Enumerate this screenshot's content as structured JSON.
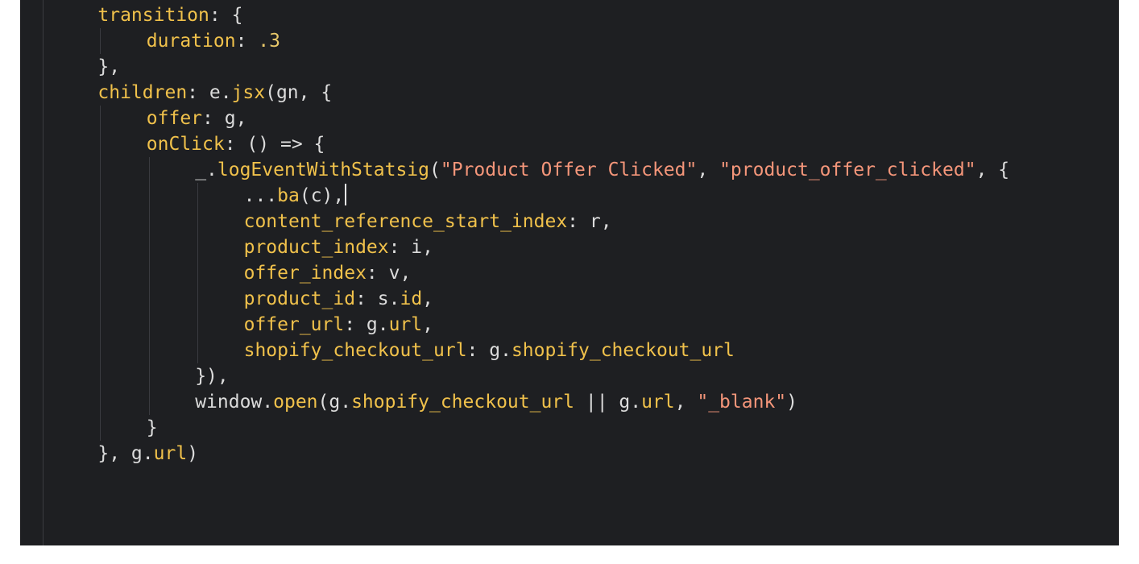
{
  "theme": {
    "background": "#1e1f22",
    "property_color": "#f0c14b",
    "function_color": "#f0c14b",
    "string_color": "#f5967a",
    "number_color": "#e8c86a",
    "plain_color": "#dcdcdc",
    "indent_guide_color": "#3a3b40",
    "cursor_color": "#e6e6e6"
  },
  "code_lines": [
    {
      "indent": 4,
      "tokens": [
        {
          "t": "prop",
          "v": "transition"
        },
        {
          "t": "plain",
          "v": ": {"
        }
      ]
    },
    {
      "indent": 8,
      "tokens": [
        {
          "t": "prop",
          "v": "duration"
        },
        {
          "t": "plain",
          "v": ": "
        },
        {
          "t": "num",
          "v": ".3"
        }
      ]
    },
    {
      "indent": 4,
      "tokens": [
        {
          "t": "plain",
          "v": "},"
        }
      ]
    },
    {
      "indent": 4,
      "tokens": [
        {
          "t": "prop",
          "v": "children"
        },
        {
          "t": "plain",
          "v": ": e."
        },
        {
          "t": "func",
          "v": "jsx"
        },
        {
          "t": "plain",
          "v": "(gn, {"
        }
      ]
    },
    {
      "indent": 8,
      "tokens": [
        {
          "t": "prop",
          "v": "offer"
        },
        {
          "t": "plain",
          "v": ": g,"
        }
      ]
    },
    {
      "indent": 8,
      "tokens": [
        {
          "t": "func",
          "v": "onClick"
        },
        {
          "t": "plain",
          "v": ": () => {"
        }
      ]
    },
    {
      "indent": 12,
      "tokens": [
        {
          "t": "plain",
          "v": "_."
        },
        {
          "t": "func",
          "v": "logEventWithStatsig"
        },
        {
          "t": "plain",
          "v": "("
        },
        {
          "t": "str",
          "v": "\"Product Offer Clicked\""
        },
        {
          "t": "plain",
          "v": ", "
        },
        {
          "t": "str",
          "v": "\"product_offer_clicked\""
        },
        {
          "t": "plain",
          "v": ", {"
        }
      ]
    },
    {
      "indent": 16,
      "cursor": true,
      "tokens": [
        {
          "t": "plain",
          "v": "..."
        },
        {
          "t": "func",
          "v": "ba"
        },
        {
          "t": "plain",
          "v": "(c),"
        }
      ]
    },
    {
      "indent": 16,
      "tokens": [
        {
          "t": "prop",
          "v": "content_reference_start_index"
        },
        {
          "t": "plain",
          "v": ": r,"
        }
      ]
    },
    {
      "indent": 16,
      "tokens": [
        {
          "t": "prop",
          "v": "product_index"
        },
        {
          "t": "plain",
          "v": ": i,"
        }
      ]
    },
    {
      "indent": 16,
      "tokens": [
        {
          "t": "prop",
          "v": "offer_index"
        },
        {
          "t": "plain",
          "v": ": v,"
        }
      ]
    },
    {
      "indent": 16,
      "tokens": [
        {
          "t": "prop",
          "v": "product_id"
        },
        {
          "t": "plain",
          "v": ": s."
        },
        {
          "t": "prop",
          "v": "id"
        },
        {
          "t": "plain",
          "v": ","
        }
      ]
    },
    {
      "indent": 16,
      "tokens": [
        {
          "t": "prop",
          "v": "offer_url"
        },
        {
          "t": "plain",
          "v": ": g."
        },
        {
          "t": "prop",
          "v": "url"
        },
        {
          "t": "plain",
          "v": ","
        }
      ]
    },
    {
      "indent": 16,
      "tokens": [
        {
          "t": "prop",
          "v": "shopify_checkout_url"
        },
        {
          "t": "plain",
          "v": ": g."
        },
        {
          "t": "prop",
          "v": "shopify_checkout_url"
        }
      ]
    },
    {
      "indent": 12,
      "tokens": [
        {
          "t": "plain",
          "v": "}),"
        }
      ]
    },
    {
      "indent": 12,
      "tokens": [
        {
          "t": "plain",
          "v": "window."
        },
        {
          "t": "func",
          "v": "open"
        },
        {
          "t": "plain",
          "v": "(g."
        },
        {
          "t": "prop",
          "v": "shopify_checkout_url"
        },
        {
          "t": "plain",
          "v": " || g."
        },
        {
          "t": "prop",
          "v": "url"
        },
        {
          "t": "plain",
          "v": ", "
        },
        {
          "t": "str",
          "v": "\"_blank\""
        },
        {
          "t": "plain",
          "v": ")"
        }
      ]
    },
    {
      "indent": 8,
      "tokens": [
        {
          "t": "plain",
          "v": "}"
        }
      ]
    },
    {
      "indent": 4,
      "tokens": [
        {
          "t": "plain",
          "v": "}, g."
        },
        {
          "t": "prop",
          "v": "url"
        },
        {
          "t": "plain",
          "v": ")"
        }
      ]
    }
  ]
}
